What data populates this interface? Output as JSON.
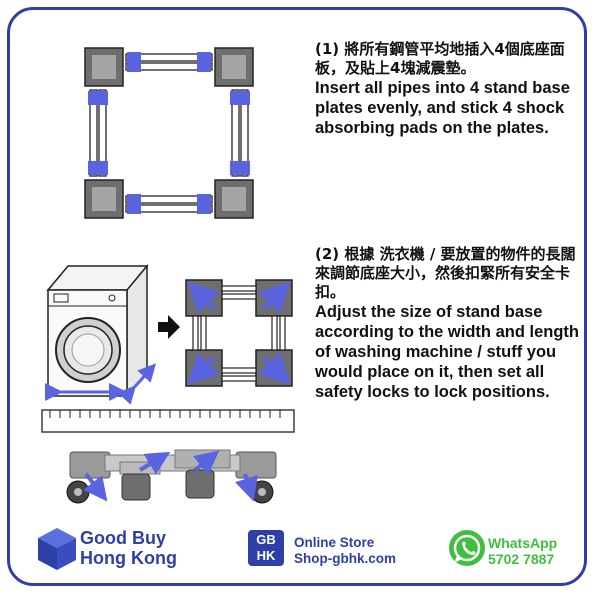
{
  "step1": {
    "zh": "(1) 將所有鋼管平均地插入4個底座面板，及貼上4塊減震墊。",
    "en": "Insert all pipes into 4 stand base plates evenly, and stick 4 shock absorbing pads on the plates."
  },
  "step2": {
    "zh": "(2) 根據 洗衣機 / 要放置的物件的長闊來調節底座大小，然後扣緊所有安全卡扣。",
    "en": "Adjust the size of stand base according to the width and length of washing machine / stuff you would place on it, then set all safety locks to lock positions."
  },
  "footer": {
    "brand_line1": "Good Buy",
    "brand_line2": "Hong Kong",
    "gbhk_line1": "GB",
    "gbhk_line2": "HK",
    "store_line1": "Online Store",
    "store_line2": "Shop-gbhk.com",
    "whatsapp_label": "WhatsApp",
    "whatsapp_number": "5702 7887"
  },
  "colors": {
    "frame": "#2f3fa8",
    "arrow": "#5a63e0",
    "plate": "#8a8a8a",
    "whatsapp": "#3fbf3f"
  }
}
